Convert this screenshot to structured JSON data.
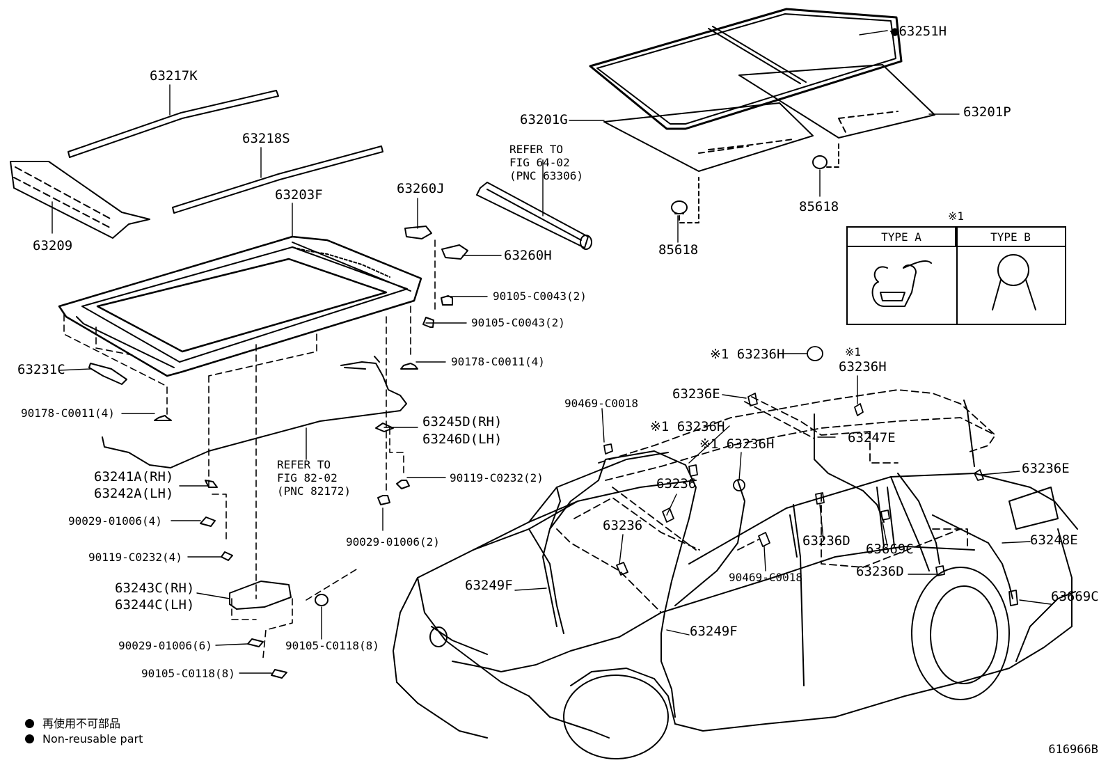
{
  "diagram_code": "616966B",
  "legend": [
    {
      "marker": "●",
      "text": "再使用不可部品"
    },
    {
      "marker": "●",
      "text": "Non-reusable part"
    }
  ],
  "type_box": {
    "mark": "※1",
    "type_a": "TYPE A",
    "type_b": "TYPE B"
  },
  "labels": {
    "p63251H": "●63251H",
    "p63217K": "63217K",
    "p63218S": "63218S",
    "p63209": "63209",
    "p63203F": "63203F",
    "p63260J": "63260J",
    "p63260H": "63260H",
    "p63201G": "63201G",
    "p63201P": "63201P",
    "p85618a": "85618",
    "p85618b": "85618",
    "p90105_0043a": "90105-C0043(2)",
    "p90105_0043b": "90105-C0043(2)",
    "p90178_0011a": "90178-C0011(4)",
    "p90178_0011b": "90178-C0011(4)",
    "p63231C": "63231C",
    "p63245D": "63245D(RH)",
    "p63246D": "63246D(LH)",
    "p90119_0232a": "90119-C0232(2)",
    "p90119_0232b": "90119-C0232(4)",
    "p63241A": "63241A(RH)",
    "p63242A": "63242A(LH)",
    "p90029_01006a": "90029-01006(4)",
    "p90029_01006b": "90029-01006(2)",
    "p90029_01006c": "90029-01006(6)",
    "p63243C": "63243C(RH)",
    "p63244C": "63244C(LH)",
    "p90105_0118a": "90105-C0118(8)",
    "p90105_0118b": "90105-C0118(8)",
    "p63236H_1": "※1 63236H",
    "p63236H_2": "※1",
    "p63236H_2b": "63236H",
    "p63236H_3": "※1 63236H",
    "p63236H_4": "※1 63236H",
    "p63236E_a": "63236E",
    "p63236E_b": "63236E",
    "p90469_0018a": "90469-C0018",
    "p90469_0018b": "90469-C0018",
    "p63247E": "63247E",
    "p63236a": "63236",
    "p63236b": "63236",
    "p63236D_a": "63236D",
    "p63236D_b": "63236D",
    "p63669C_a": "63669C",
    "p63669C_b": "63669C",
    "p63248E": "63248E",
    "p63249F_a": "63249F",
    "p63249F_b": "63249F"
  },
  "notes": {
    "refer1": "REFER TO\nFIG 64-02\n(PNC 63306)",
    "refer2": "REFER TO\nFIG 82-02\n(PNC 82172)"
  }
}
